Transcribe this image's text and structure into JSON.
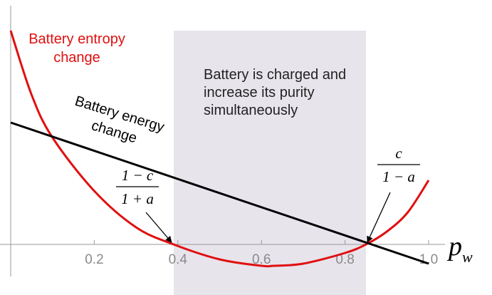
{
  "chart_data": {
    "type": "line",
    "xlabel": "p",
    "xlabel_sub": "w",
    "xlim": [
      0.0,
      1.02
    ],
    "ticks": [
      {
        "x": 0.2,
        "label": "0.2"
      },
      {
        "x": 0.4,
        "label": "0.4"
      },
      {
        "x": 0.6,
        "label": "0.6"
      },
      {
        "x": 0.8,
        "label": "0.8"
      },
      {
        "x": 1.0,
        "label": "1.0"
      }
    ],
    "grid": false,
    "shaded_region": {
      "x_from": 0.39,
      "x_to": 0.85,
      "color": "#e8e4ec",
      "label_lines": [
        "Battery is charged and",
        "increase its purity",
        "simultaneously"
      ]
    },
    "series": [
      {
        "name": "Battery entropy change",
        "name_lines": [
          "Battery entropy",
          "change"
        ],
        "color": "#e01010",
        "kind": "curve",
        "x": [
          0.0,
          0.05,
          0.1,
          0.2,
          0.3,
          0.39,
          0.5,
          0.6,
          0.63,
          0.7,
          0.8,
          0.85,
          0.9,
          0.95,
          1.0
        ],
        "y": [
          1.0,
          0.7,
          0.5,
          0.25,
          0.08,
          0.0,
          -0.07,
          -0.1,
          -0.1,
          -0.09,
          -0.04,
          0.0,
          0.06,
          0.15,
          0.3
        ]
      },
      {
        "name": "Battery energy change",
        "name_lines": [
          "Battery energy",
          "change"
        ],
        "color": "#000000",
        "kind": "line",
        "x": [
          0.0,
          1.0
        ],
        "y": [
          0.57,
          -0.09
        ]
      }
    ],
    "annotations": [
      {
        "name": "left-root-fraction",
        "numerator": "1 − c",
        "denominator": "1 + a",
        "points_to_x": 0.39
      },
      {
        "name": "right-root-fraction",
        "numerator": "c",
        "denominator": "1 − a",
        "points_to_x": 0.85
      }
    ]
  }
}
